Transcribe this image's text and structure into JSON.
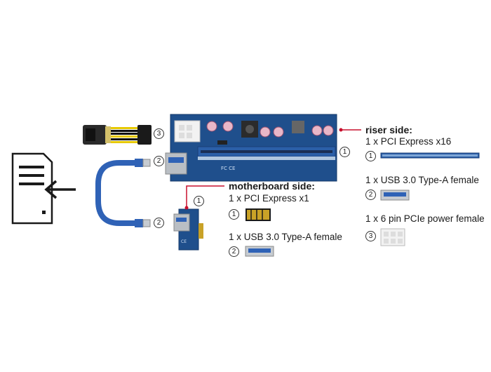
{
  "riser_side": {
    "heading": "riser side:",
    "items": [
      {
        "number": "1",
        "label": "1 x PCI Express x16"
      },
      {
        "number": "2",
        "label": "1 x USB 3.0 Type-A female"
      },
      {
        "number": "3",
        "label": "1 x 6 pin PCIe power female"
      }
    ]
  },
  "motherboard_side": {
    "heading": "motherboard side:",
    "items": [
      {
        "number": "1",
        "label": "1 x PCI Express x1"
      },
      {
        "number": "2",
        "label": "1 x USB 3.0 Type-A female"
      }
    ]
  },
  "callouts": {
    "power_cable": "3",
    "riser_usb": "2",
    "riser_slot": "1",
    "adapter_slot": "1",
    "adapter_usb": "2"
  },
  "colors": {
    "pcb_blue": "#1f4f8c",
    "cable_blue": "#2f62b6",
    "callout_red": "#c8102e",
    "gold": "#c9a227"
  },
  "icons": [
    "document-arrow-icon"
  ]
}
